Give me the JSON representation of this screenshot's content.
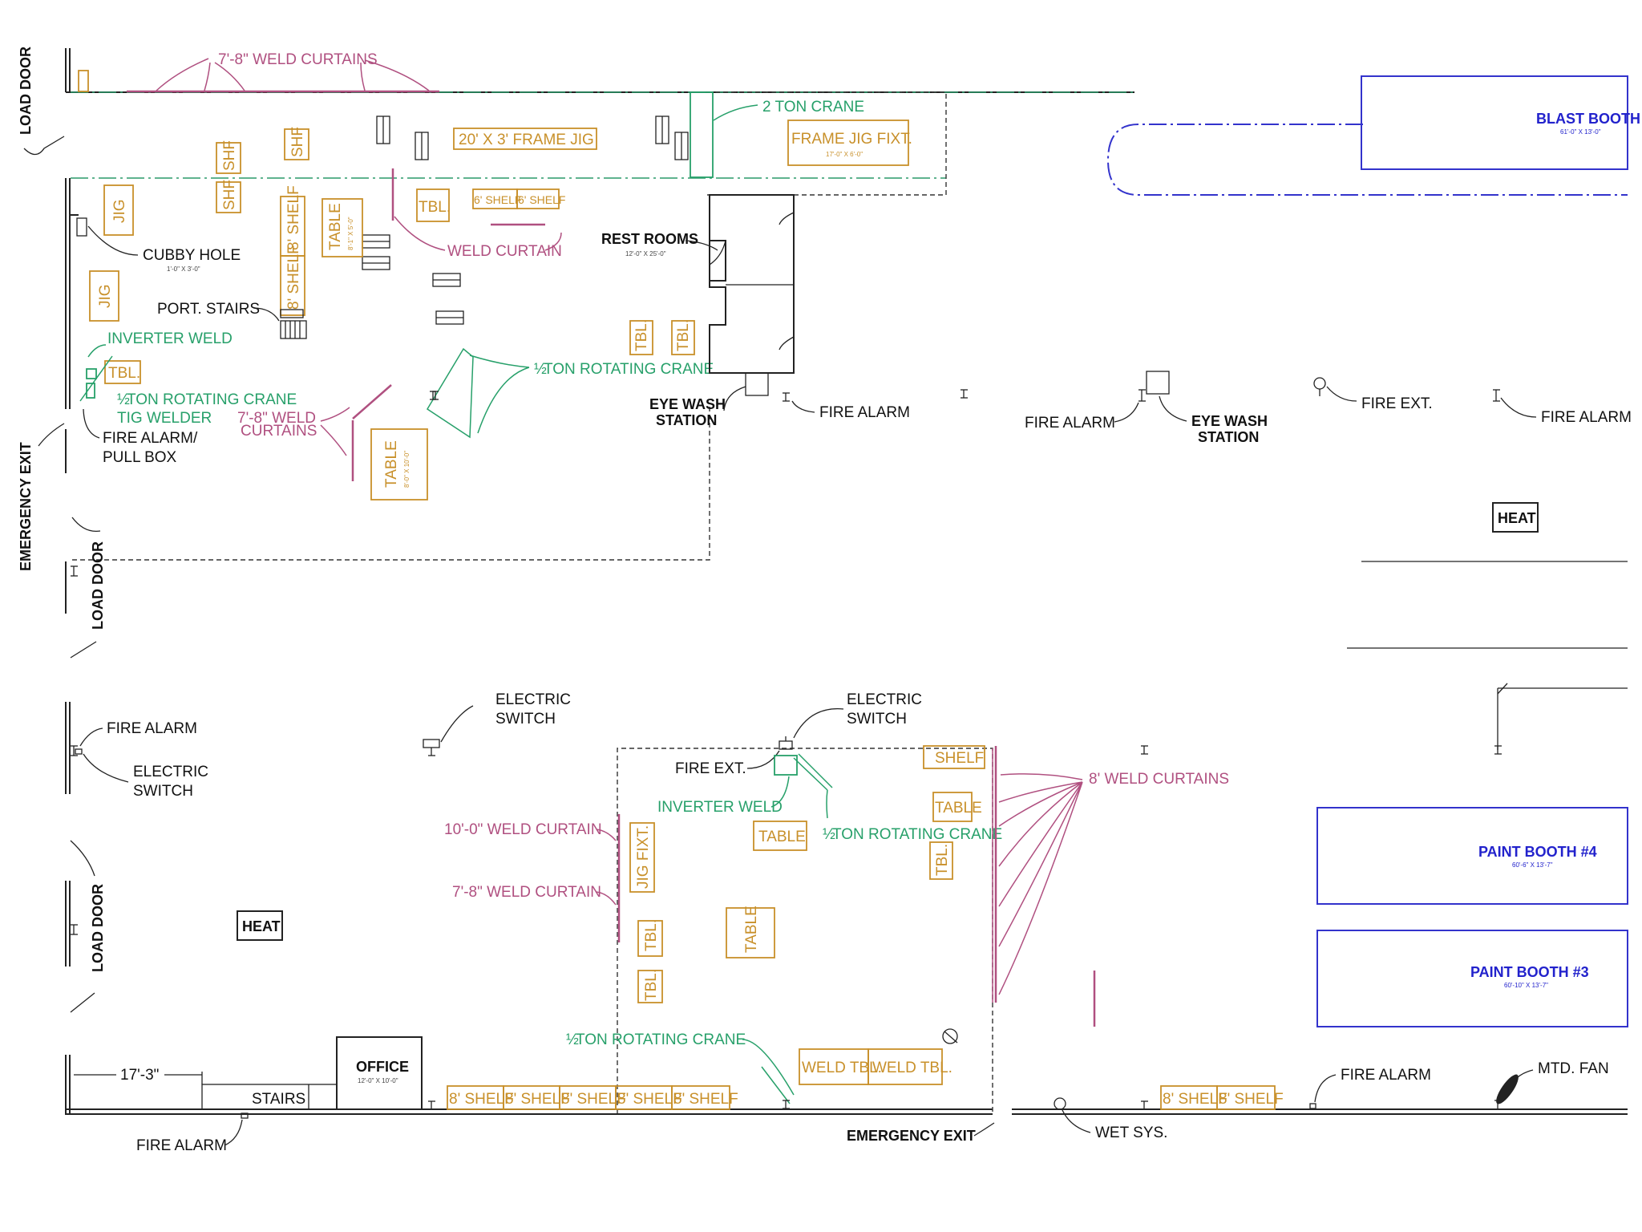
{
  "weld_area": {
    "weld_curtains_top": "7'-8\" WELD CURTAINS",
    "crane_2ton": "2 TON CRANE",
    "frame_jig": "20' X 3' FRAME JIG",
    "frame_jig_fixt": "FRAME JIG FIXT.",
    "frame_jig_fixt_dim": "17'-0\" X 6'-0\"",
    "shf": "SHF",
    "jig": "JIG",
    "tbl": "TBL.",
    "table": "TABLE",
    "table_small_dim": "8'-1\" X 5'-0\"",
    "table_large_dim": "8'-0\" X 10'-0\"",
    "shelf_8": "8' SHELF",
    "shelf_6": "6' SHELF",
    "weld_curtain": "WELD CURTAIN",
    "cubby_hole": "CUBBY HOLE",
    "cubby_hole_dim": "1'-0\" X 3'-0\"",
    "port_stairs": "PORT. STAIRS",
    "inverter_weld": "INVERTER WELD",
    "rotating_crane_half": "½",
    "rotating_crane": "TON ROTATING CRANE",
    "tig_welder": "TIG WELDER",
    "weld_curtains_78_a": "7'-8\" WELD",
    "weld_curtains_78_b": "CURTAINS",
    "fire_alarm_pull_a": "FIRE ALARM/",
    "fire_alarm_pull_b": "PULL BOX"
  },
  "rest_rooms": {
    "label": "REST ROOMS",
    "dim": "12'-0\" X 25'-0\""
  },
  "eye_wash": {
    "line1": "EYE WASH",
    "line2": "STATION"
  },
  "labels": {
    "fire_alarm": "FIRE ALARM",
    "fire_ext": "FIRE EXT.",
    "heat": "HEAT",
    "electric": "ELECTRIC",
    "switch": "SWITCH",
    "load_door": "LOAD DOOR",
    "emergency_exit": "EMERGENCY EXIT",
    "wet_sys": "WET SYS.",
    "mtd_fan": "MTD. FAN",
    "shelf": "SHELF",
    "weld_curtains_8": "8' WELD CURTAINS",
    "weld_curtain_10": "10'-0\" WELD CURTAIN",
    "weld_curtain_78": "7'-8\" WELD CURTAIN",
    "jig_fixt": "JIG FIXT.",
    "weld_tbl": "WELD TBL.",
    "office": "OFFICE",
    "office_dim": "12'-0\" X 10'-0\"",
    "stairs": "STAIRS",
    "dim_17_3": "17'-3\"",
    "shelf_8": "8' SHELF"
  },
  "booths": {
    "blast": {
      "name": "BLAST BOOTH",
      "dim": "61'-0\" X 13'-0\""
    },
    "paint4": {
      "name": "PAINT BOOTH #4",
      "dim": "60'-6\" X 13'-7\""
    },
    "paint3": {
      "name": "PAINT BOOTH #3",
      "dim": "60'-10\" X 13'-7\""
    }
  },
  "colors": {
    "equipment": "#c8902a",
    "curtains": "#b05080",
    "welding": "#27a06a",
    "booths": "#2222cc"
  }
}
